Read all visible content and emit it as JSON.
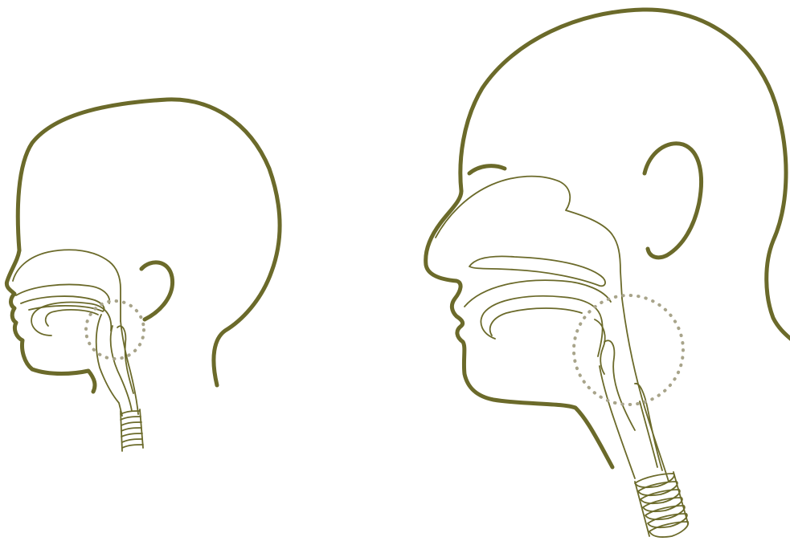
{
  "colors": {
    "outline": "#6b6a2a",
    "highlight": "#a8a48a",
    "background": "#ffffff"
  },
  "figures": [
    {
      "id": "infant-head",
      "parts": [
        "head-outline",
        "ear",
        "nasal-cavity",
        "palate",
        "tongue",
        "pharynx",
        "larynx",
        "trachea"
      ],
      "highlight": "dotted-circle"
    },
    {
      "id": "adult-head",
      "parts": [
        "head-outline",
        "eyebrow",
        "ear",
        "nasal-cavity",
        "palate",
        "tongue",
        "pharynx",
        "larynx",
        "trachea"
      ],
      "highlight": "dotted-circle"
    }
  ]
}
